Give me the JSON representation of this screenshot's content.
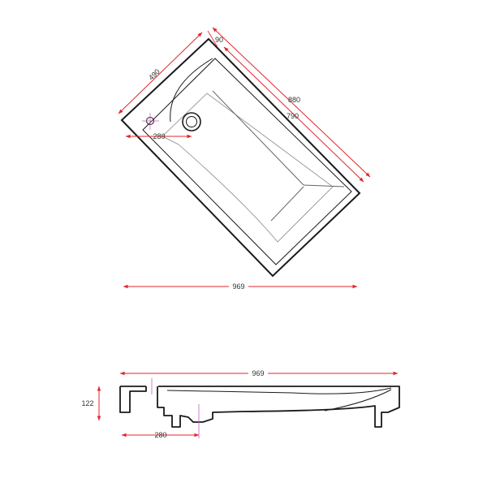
{
  "colors": {
    "dimension": "#e3262b",
    "outline": "#1a1a1a",
    "inner_line": "#666666",
    "center_mark": "#c45cc4",
    "text": "#333333"
  },
  "top_view": {
    "dim_width_490": "490",
    "dim_rim_90": "90",
    "dim_length_880": "880",
    "dim_inner_790": "790",
    "dim_tap_280": "280",
    "dim_overall_969": "969"
  },
  "side_view": {
    "dim_overall_969": "969",
    "dim_height_122": "122",
    "dim_drain_280": "280"
  }
}
